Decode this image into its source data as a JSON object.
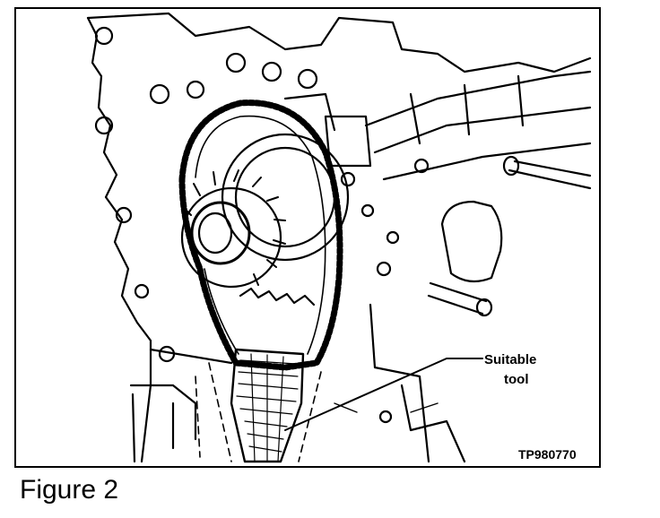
{
  "figure": {
    "callout_line1": "Suitable",
    "callout_line2": "tool",
    "code": "TP980770"
  },
  "caption": "Figure 2",
  "colors": {
    "ink": "#000000",
    "paper": "#ffffff"
  },
  "icons": [
    "engine-timing-chain-illustration"
  ]
}
